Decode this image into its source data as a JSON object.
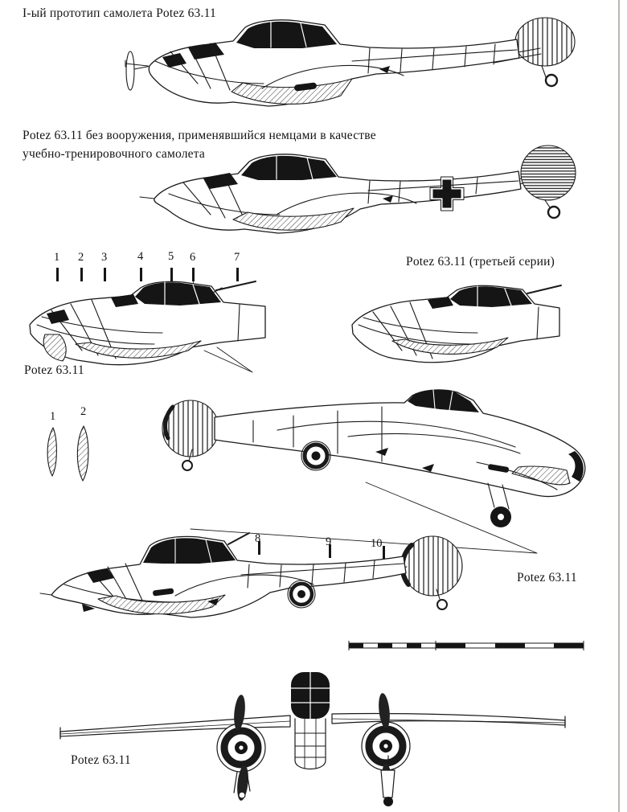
{
  "captions": {
    "prototype": "I-ый прототип самолета Potez 63.11",
    "german_line1": "Potez 63.11 без вооружения, применявшийся немцами в качестве",
    "german_line2": "учебно-тренировочного самолета",
    "third_series": "Potez 63.11 (третьей серии)",
    "first_series": "Potez 63.11",
    "potez_right": "Potez 63.11",
    "potez_front": "Potez 63.11"
  },
  "markers": {
    "top_ruler": [
      "1",
      "2",
      "3",
      "4",
      "5",
      "6",
      "7"
    ],
    "sections": [
      "1",
      "2"
    ],
    "mid_ruler": [
      "8",
      "9",
      "10"
    ]
  },
  "colors": {
    "ink": "#1a1a1a",
    "paper": "#ffffff"
  }
}
